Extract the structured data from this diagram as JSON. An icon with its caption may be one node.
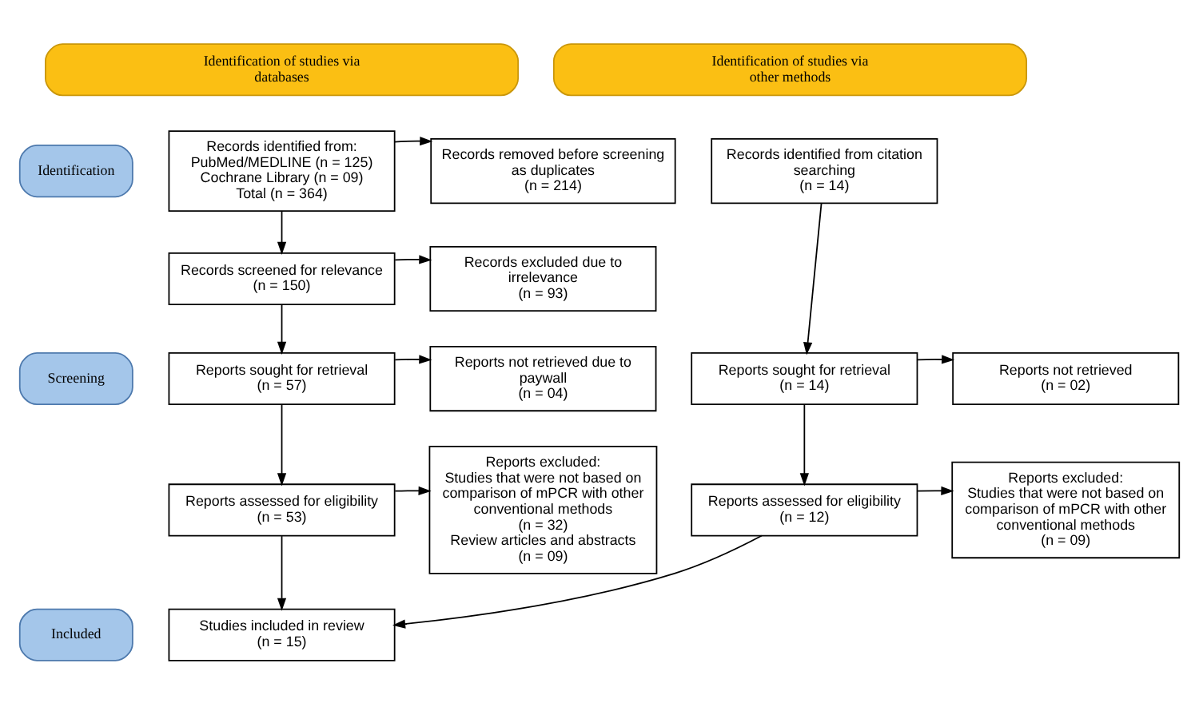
{
  "diagram": {
    "nodes": [
      {
        "text": [
          "Identification of studies via databases"
        ]
      },
      {
        "text": [
          "Identification of studies via other methods"
        ]
      },
      {
        "text": [
          "Identification"
        ]
      },
      {
        "text": [
          "Screening"
        ]
      },
      {
        "text": [
          "Included"
        ]
      },
      {
        "text": [
          "Records identified from:",
          "PubMed/MEDLINE (n = 125)",
          "Cochrane Library (n = 09)",
          "Total (n = 364)"
        ]
      },
      {
        "text": [
          "Records removed before screening as duplicates",
          "(n = 214)"
        ]
      },
      {
        "text": [
          "Records identified from citation searching",
          "(n = 14)"
        ]
      },
      {
        "text": [
          "Records screened for relevance",
          "(n = 150)"
        ]
      },
      {
        "text": [
          "Records excluded due to irrelevance",
          "(n = 93)"
        ]
      },
      {
        "text": [
          "Reports sought for retrieval",
          "(n = 57)"
        ]
      },
      {
        "text": [
          "Reports not retrieved due to paywall",
          "(n = 04)"
        ]
      },
      {
        "text": [
          "Reports sought for retrieval",
          "(n = 14)"
        ]
      },
      {
        "text": [
          "Reports not retrieved",
          "(n = 02)"
        ]
      },
      {
        "text": [
          "Reports assessed for eligibility",
          "(n = 53)"
        ]
      },
      {
        "text": [
          "Reports excluded:",
          "Studies that were not based on comparison of mPCR with other conventional methods",
          "(n = 32)",
          "Review articles and abstracts",
          "(n = 09)"
        ]
      },
      {
        "text": [
          "Reports assessed for eligibility",
          "(n = 12)"
        ]
      },
      {
        "text": [
          "Reports excluded:",
          "Studies that were not based on comparison of mPCR with other conventional methods",
          "(n = 09)"
        ]
      },
      {
        "text": [
          "Studies included in review",
          "(n = 15)"
        ]
      }
    ],
    "edges": [
      {
        "from": 5,
        "to": 6,
        "arrow": "to"
      },
      {
        "from": 5,
        "to": 8,
        "arrow": "to"
      },
      {
        "from": 7,
        "to": 12,
        "arrow": "to"
      },
      {
        "from": 8,
        "to": 9,
        "arrow": "to"
      },
      {
        "from": 8,
        "to": 10,
        "arrow": "to"
      },
      {
        "from": 10,
        "to": 11,
        "arrow": "to"
      },
      {
        "from": 10,
        "to": 14,
        "arrow": "to"
      },
      {
        "from": 12,
        "to": 13,
        "arrow": "to"
      },
      {
        "from": 12,
        "to": 16,
        "arrow": "to"
      },
      {
        "from": 14,
        "to": 15,
        "arrow": "to"
      },
      {
        "from": 14,
        "to": 18,
        "arrow": "to"
      },
      {
        "from": 16,
        "to": 17,
        "arrow": "to"
      },
      {
        "from": 16,
        "to": 18,
        "arrow": "to"
      }
    ]
  }
}
